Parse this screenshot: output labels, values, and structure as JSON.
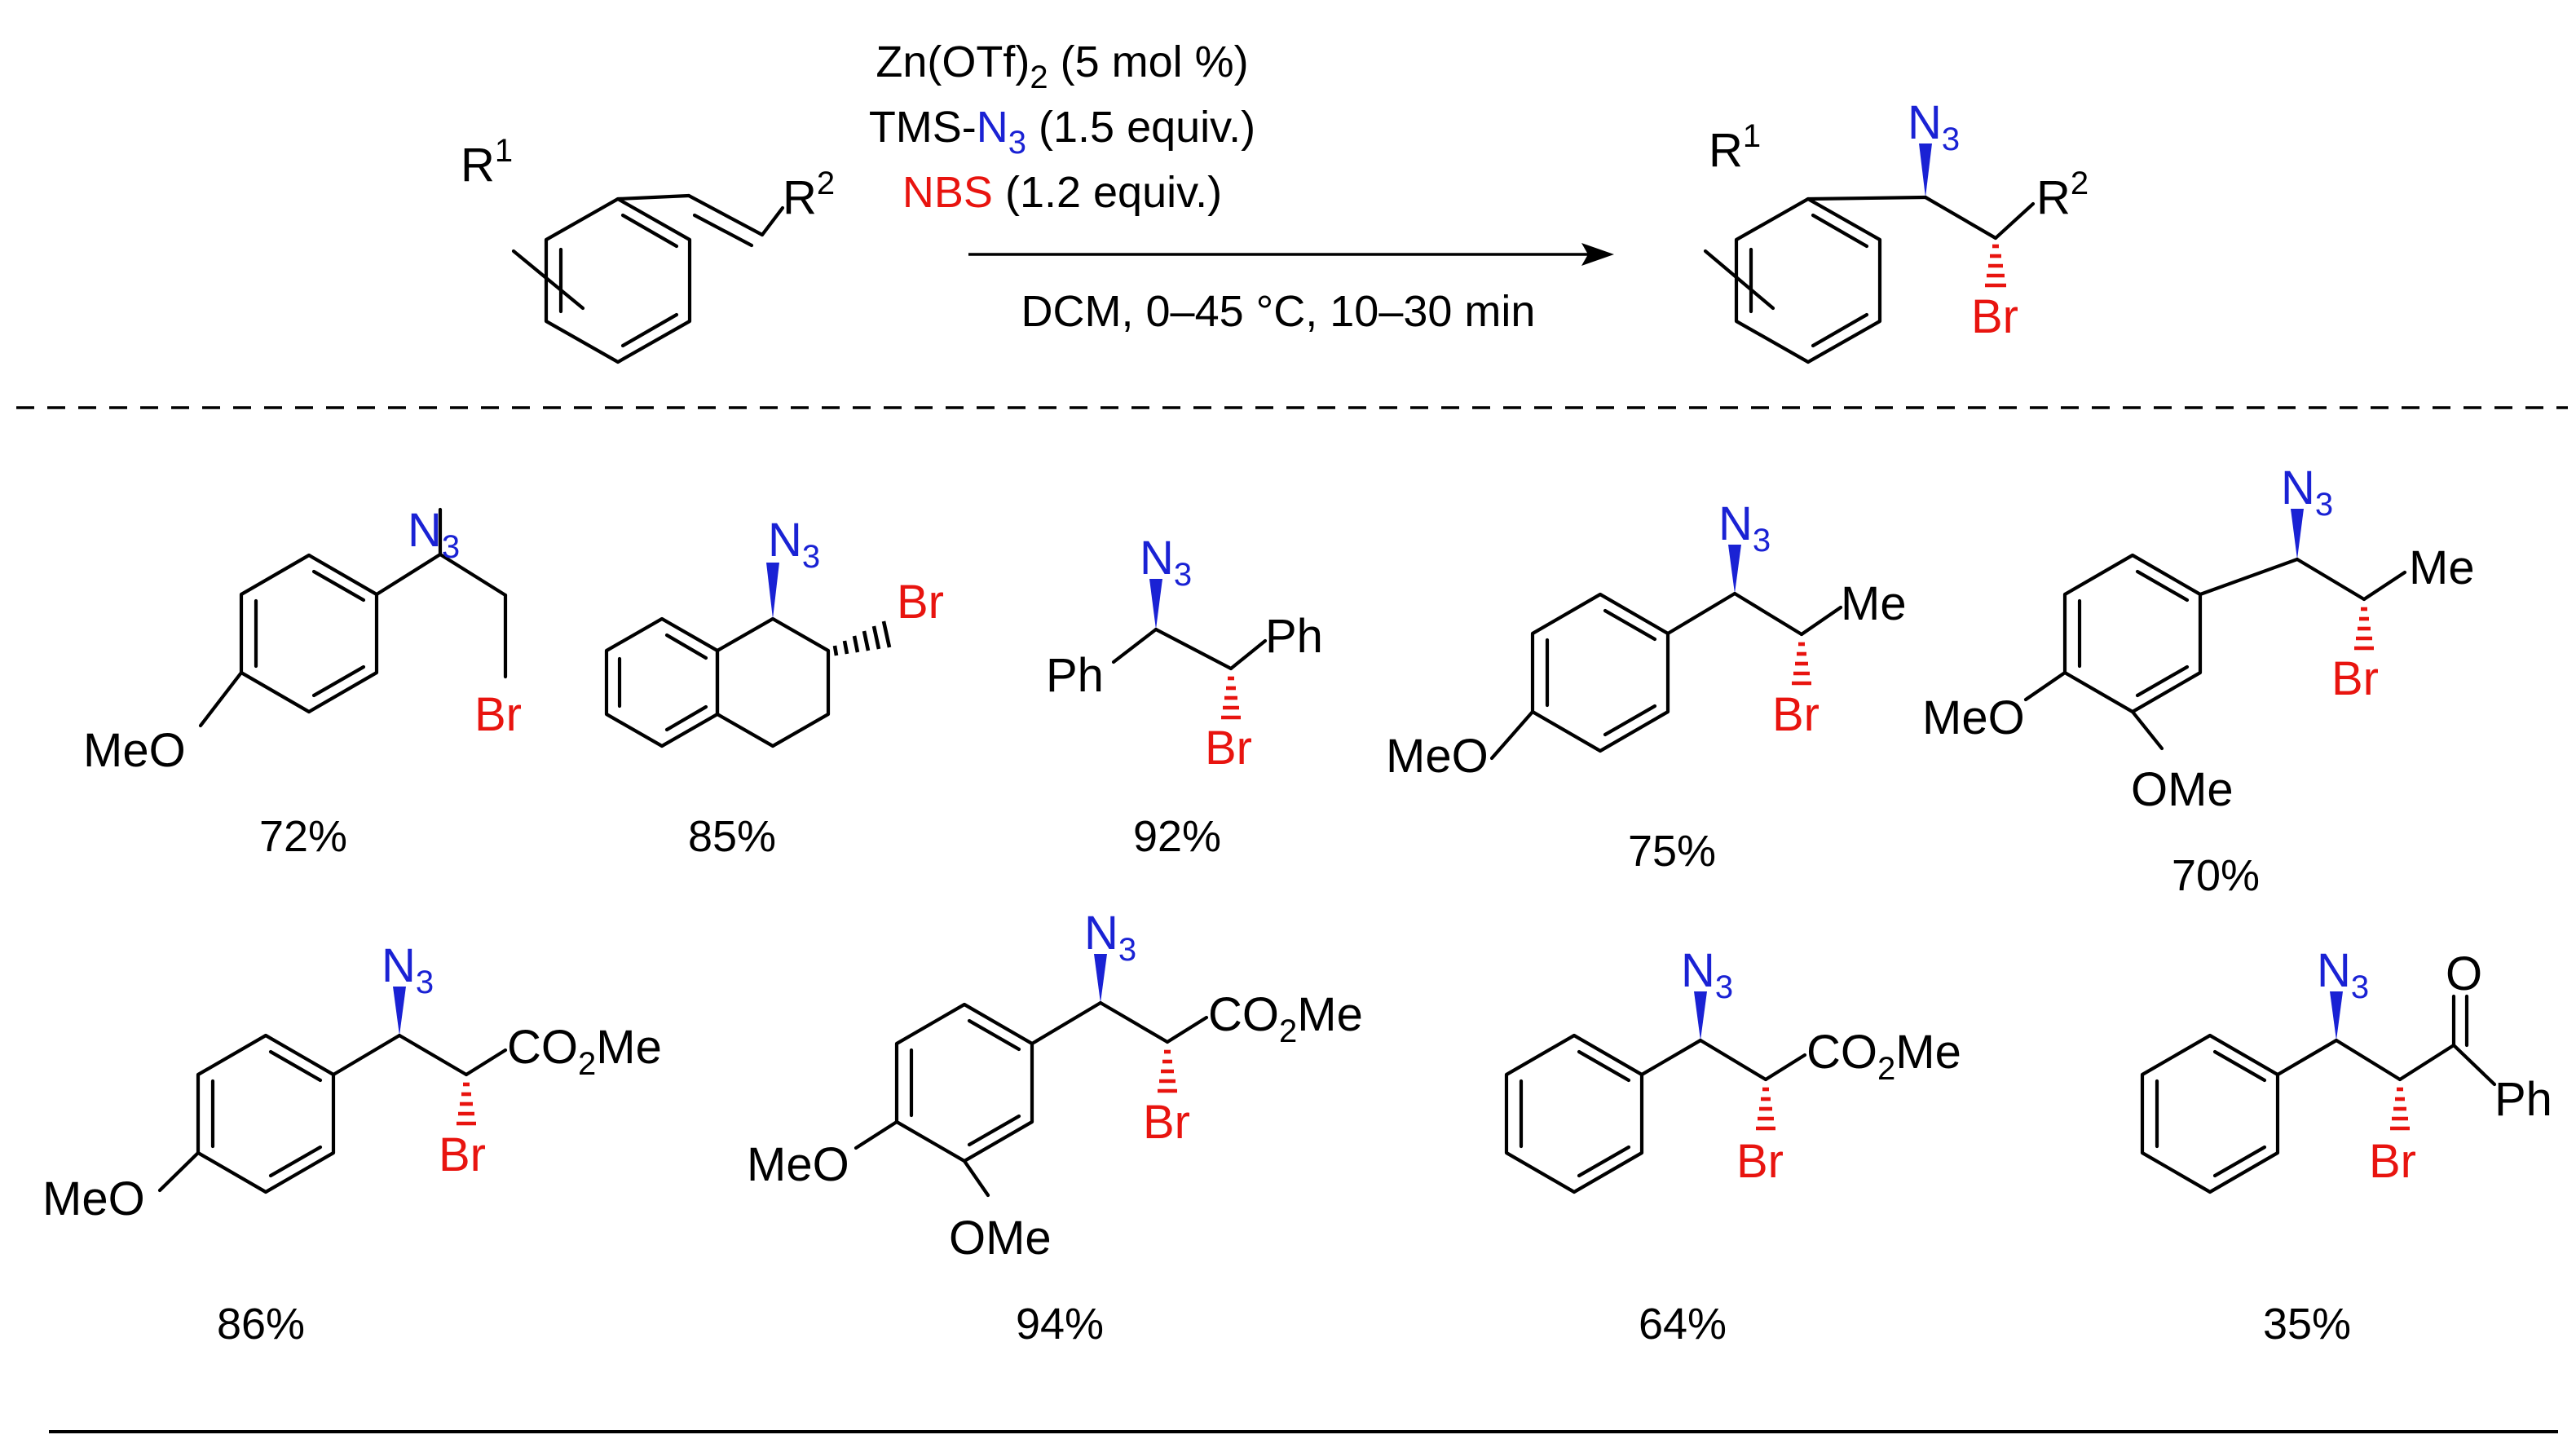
{
  "conditions": {
    "catalyst": "Zn(OTf)",
    "catalyst_sub": "2",
    "catalyst_amount": " (5 mol %)",
    "azide_prefix": "TMS-",
    "azide_n": "N",
    "azide_sub": "3",
    "azide_amount": " (1.5 equiv.)",
    "nbs": "NBS",
    "nbs_amount": " (1.2 equiv.)",
    "solvent_temp_time": "DCM, 0–45 °C, 10–30 min"
  },
  "general": {
    "r1": "R",
    "r1_sup": "1",
    "r2": "R",
    "r2_sup": "2"
  },
  "atoms": {
    "n": "N",
    "n_sub": "3",
    "br": "Br",
    "meo": "MeO",
    "ome": "OMe",
    "me": "Me",
    "ph": "Ph",
    "co": "CO",
    "co_sub": "2",
    "co_me": "Me",
    "o": "O"
  },
  "yields": [
    "72%",
    "85%",
    "92%",
    "75%",
    "70%",
    "86%",
    "94%",
    "64%",
    "35%"
  ]
}
